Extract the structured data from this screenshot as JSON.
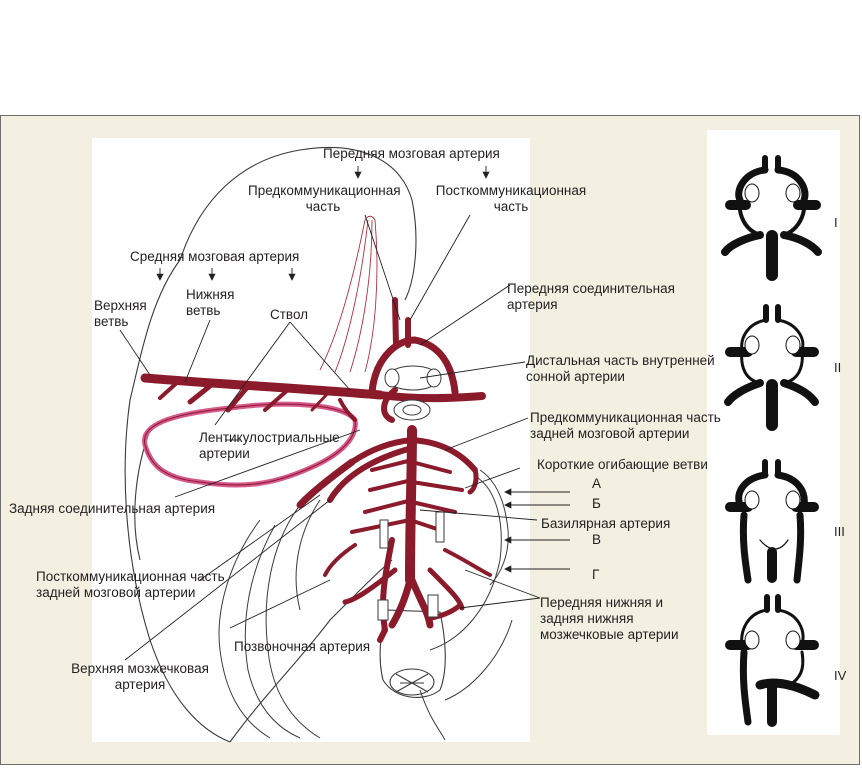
{
  "colors": {
    "artery": "#8b1a2b",
    "lenticulostriate": "#d6588c",
    "frame_background": "#f3f0e2",
    "outline": "#3a3a3a"
  },
  "labels": {
    "anterior_cerebral_artery": "Передняя мозговая артерия",
    "precommunicating_part_1": "Предкоммуникационная",
    "precommunicating_part_2": "часть",
    "postcommunicating_part_1": "Посткоммуникационная",
    "postcommunicating_part_2": "часть",
    "middle_cerebral_artery": "Средняя мозговая артерия",
    "superior_branch_1": "Верхняя",
    "superior_branch_2": "ветвь",
    "inferior_branch_1": "Нижняя",
    "inferior_branch_2": "ветвь",
    "trunk": "Ствол",
    "anterior_communicating_1": "Передняя соединительная",
    "anterior_communicating_2": "артерия",
    "distal_ica_1": "Дистальная часть внутренней",
    "distal_ica_2": "сонной артерии",
    "pca_precommunicating_1": "Предкоммуникационная часть",
    "pca_precommunicating_2": "задней мозговой артерии",
    "lenticulostriate_1": "Лентикулостриальные",
    "lenticulostriate_2": "артерии",
    "short_circumflex": "Короткие огибающие ветви",
    "posterior_communicating": "Задняя соединительная артерия",
    "basilar": "Базилярная артерия",
    "pca_postcommunicating_1": "Посткоммуникационная часть",
    "pca_postcommunicating_2": "задней мозговой артерии",
    "cerebellar_1": "Передняя нижняя и",
    "cerebellar_2": "задняя нижняя",
    "cerebellar_3": "мозжечковые артерии",
    "vertebral": "Позвоночная артерия",
    "superior_cerebellar_1": "Верхняя мозжечковая",
    "superior_cerebellar_2": "артерия"
  },
  "markers": [
    "А",
    "Б",
    "В",
    "Г"
  ],
  "variants": [
    "I",
    "II",
    "III",
    "IV"
  ]
}
